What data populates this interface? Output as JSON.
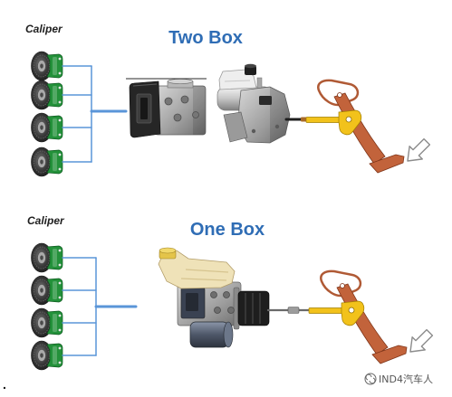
{
  "sections": [
    {
      "caliper_label": "Caliper",
      "title": "Two Box"
    },
    {
      "caliper_label": "Caliper",
      "title": "One Box"
    }
  ],
  "watermark": {
    "icon": "wechat-icon",
    "text": "IND4汽车人"
  },
  "corner_mark": ".",
  "colors": {
    "title_blue": "#2f6db5",
    "brake_line_blue": "#5a95d8",
    "caliper_green": "#23913a",
    "pedal": "#c2633b",
    "push_rod_yellow": "#f2c21b",
    "one_box_reservoir": "#efe2b8"
  }
}
